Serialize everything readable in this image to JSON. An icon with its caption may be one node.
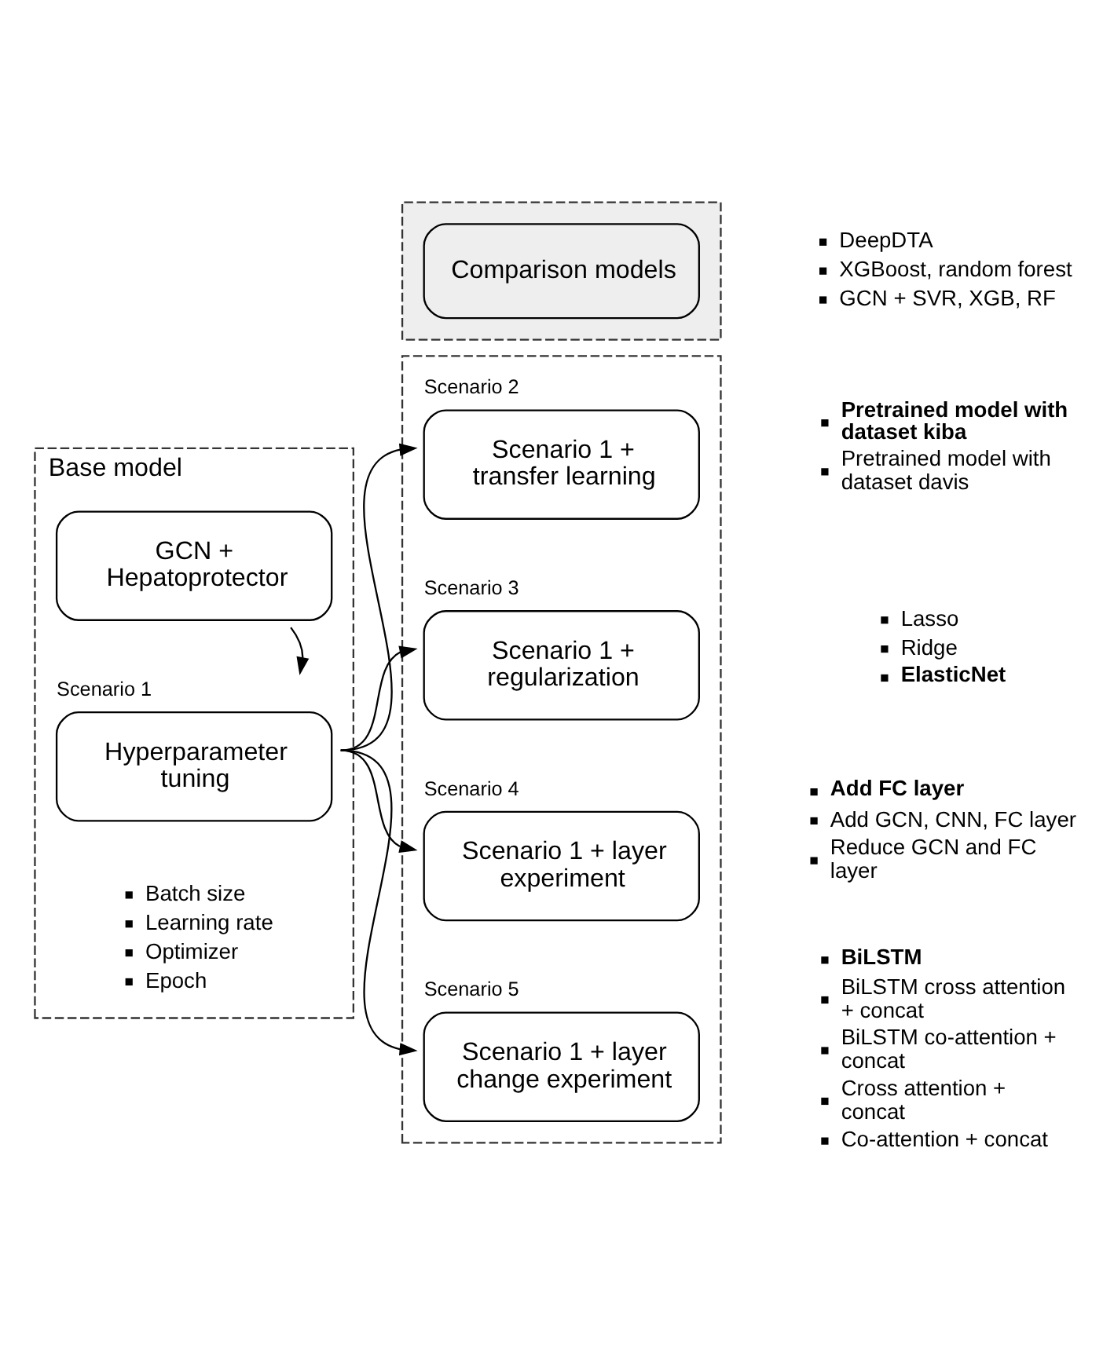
{
  "diagram": {
    "nodes": [
      {
        "text": [
          "Base model"
        ]
      },
      {
        "text": [
          "GCN + Hepatoprotector"
        ],
        "in": 0
      },
      {
        "text": [
          "Hyperparameter tuning"
        ],
        "in": 0,
        "beside": [
          "Scenario 1"
        ]
      },
      {
        "text": [],
        "shape": "box"
      },
      {
        "text": [
          "Comparison models"
        ],
        "in": 3
      },
      {
        "text": [],
        "shape": "box"
      },
      {
        "text": [
          "Scenario 1 + transfer learning"
        ],
        "in": 5,
        "beside": [
          "Scenario 2"
        ]
      },
      {
        "text": [
          "Scenario 1 + regularization"
        ],
        "in": 5,
        "beside": [
          "Scenario 3"
        ]
      },
      {
        "text": [
          "Scenario 1 + layer experiment"
        ],
        "in": 5,
        "beside": [
          "Scenario 4"
        ]
      },
      {
        "text": [
          "Scenario 1 + layer change experiment"
        ],
        "in": 5,
        "beside": [
          "Scenario 5"
        ]
      }
    ],
    "edges": [
      {
        "from": 1,
        "to": 2,
        "arrow": "to"
      },
      {
        "from": 2,
        "to": 6,
        "arrow": "to"
      },
      {
        "from": 2,
        "to": 7,
        "arrow": "to"
      },
      {
        "from": 2,
        "to": 8,
        "arrow": "to"
      },
      {
        "from": 2,
        "to": 9,
        "arrow": "to"
      }
    ],
    "labels": [
      "DeepDTA",
      "XGBoost, random forest",
      "GCN + SVR, XGB, RF",
      "**Pretrained model with dataset kiba**",
      "Pretrained model with dataset davis",
      "Batch size",
      "Learning rate",
      "Optimizer",
      "Epoch",
      "Lasso",
      "Ridge",
      "**ElasticNet**",
      "**Add FC layer**",
      "Add GCN, CNN, FC layer",
      "Reduce GCN and FC layer",
      "**BiLSTM**",
      "BiLSTM cross attention + concat",
      "BiLSTM co-attention + concat",
      "Cross attention + concat",
      "Co-attention + concat"
    ]
  }
}
